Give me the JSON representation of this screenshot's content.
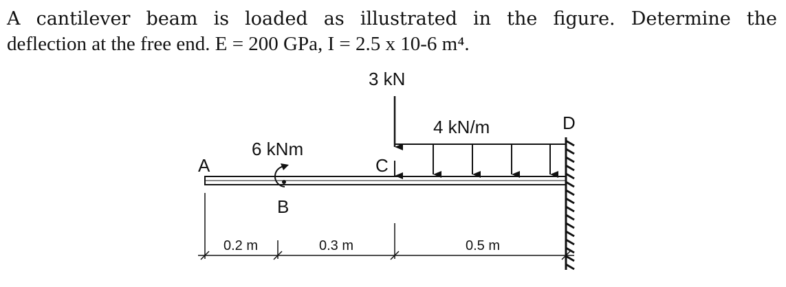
{
  "problem": {
    "line1": "A cantilever beam is loaded as illustrated in the figure. Determine the",
    "line2": "deflection at the free end. E = 200 GPa, I = 2.5 x 10-6 m⁴."
  },
  "diagram": {
    "points": {
      "A": "A",
      "B": "B",
      "C": "C",
      "D": "D"
    },
    "point_load": "3 kN",
    "moment": "6 kNm",
    "distributed_load": "4 kN/m",
    "dimensions": [
      "0.2 m",
      "0.3 m",
      "0.5 m"
    ]
  }
}
